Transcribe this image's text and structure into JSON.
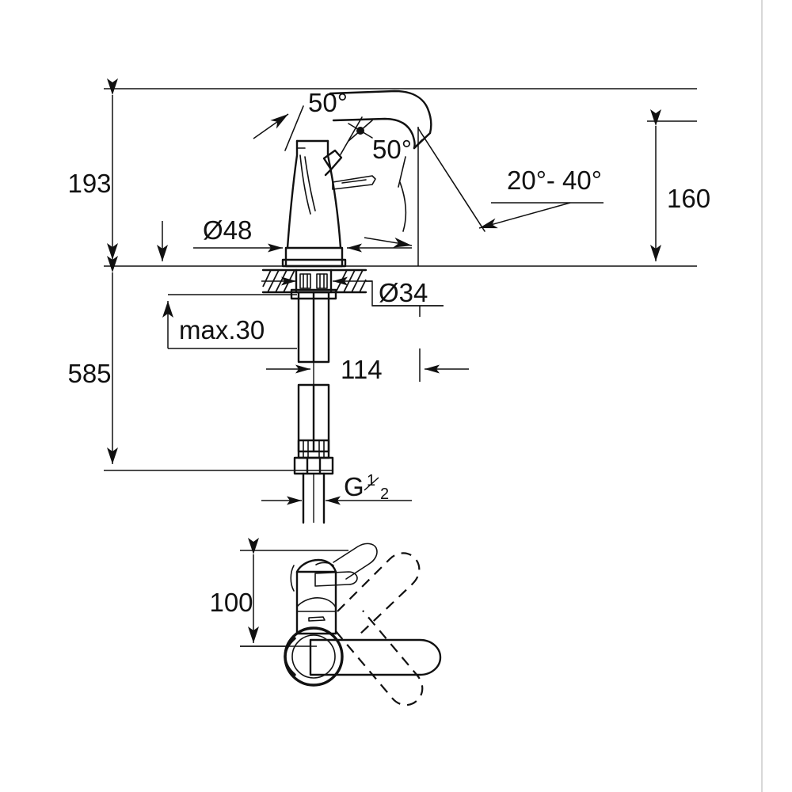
{
  "document": {
    "type": "technical-dimension-drawing",
    "subject": "single-lever basin mixer tap",
    "units": "mm",
    "background_color": "#ffffff",
    "line_color": "#111111"
  },
  "dimensions": {
    "height_to_top": "193",
    "total_length": "585",
    "spout_height": "160",
    "body_diameter": "Ø48",
    "shank_diameter": "Ø34",
    "max_deck_thickness": "max.30",
    "spout_reach": "114",
    "lever_height": "100"
  },
  "angles": {
    "lever_tilt_left": "50°",
    "lever_tilt_right": "50°",
    "spout_swivel": "20°- 40°"
  },
  "thread": {
    "label": "G",
    "numerator": "1",
    "denominator": "2"
  },
  "views": {
    "elevation": "front-elevation-section",
    "plan": "top-plan-lever-swing"
  }
}
